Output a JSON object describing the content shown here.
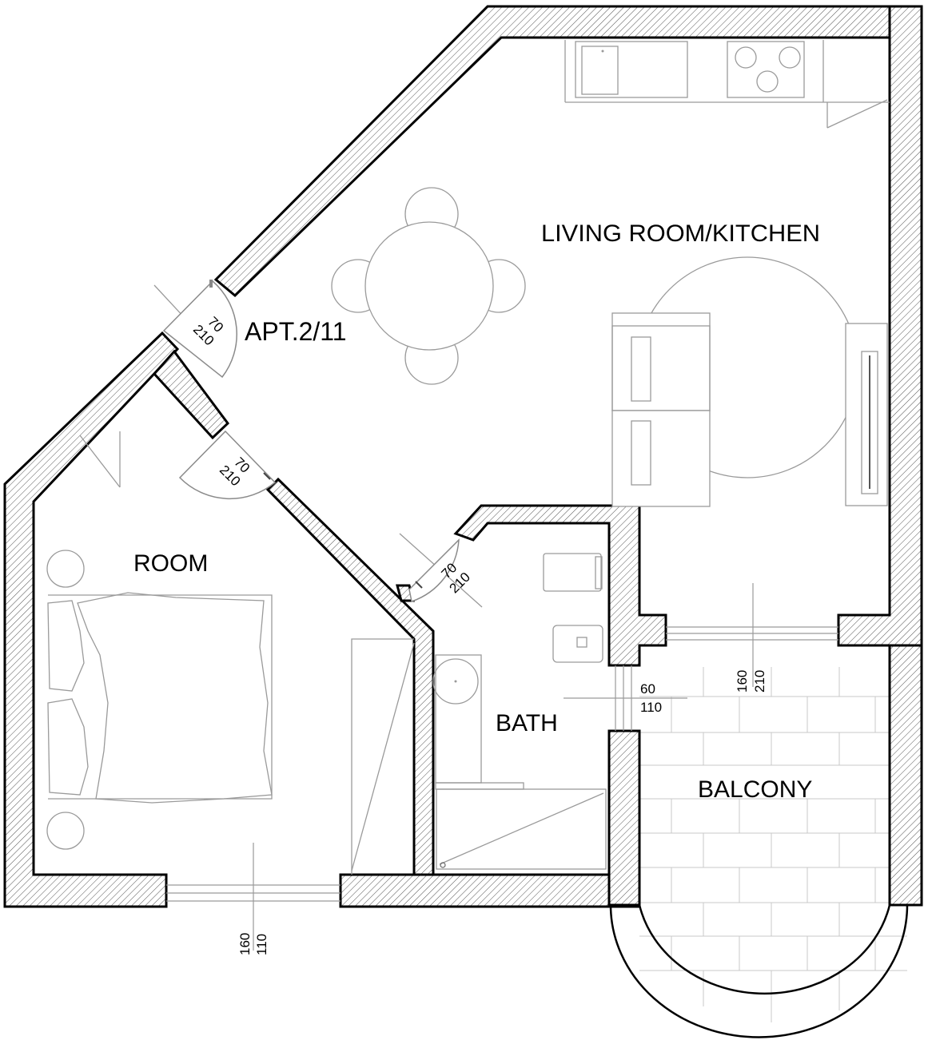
{
  "plan": {
    "apartment_label": "APT.2/11",
    "rooms": {
      "living": "LIVING ROOM/KITCHEN",
      "room": "ROOM",
      "bath": "BATH",
      "balcony": "BALCONY"
    },
    "doors": [
      {
        "width": "70",
        "height": "210"
      },
      {
        "width": "70",
        "height": "210"
      },
      {
        "width": "70",
        "height": "210"
      }
    ],
    "openings": {
      "balcony_door": {
        "width": "160",
        "height": "210"
      },
      "bath_window": {
        "width": "60",
        "height": "110"
      },
      "room_window": {
        "width": "160",
        "height": "110"
      }
    }
  }
}
